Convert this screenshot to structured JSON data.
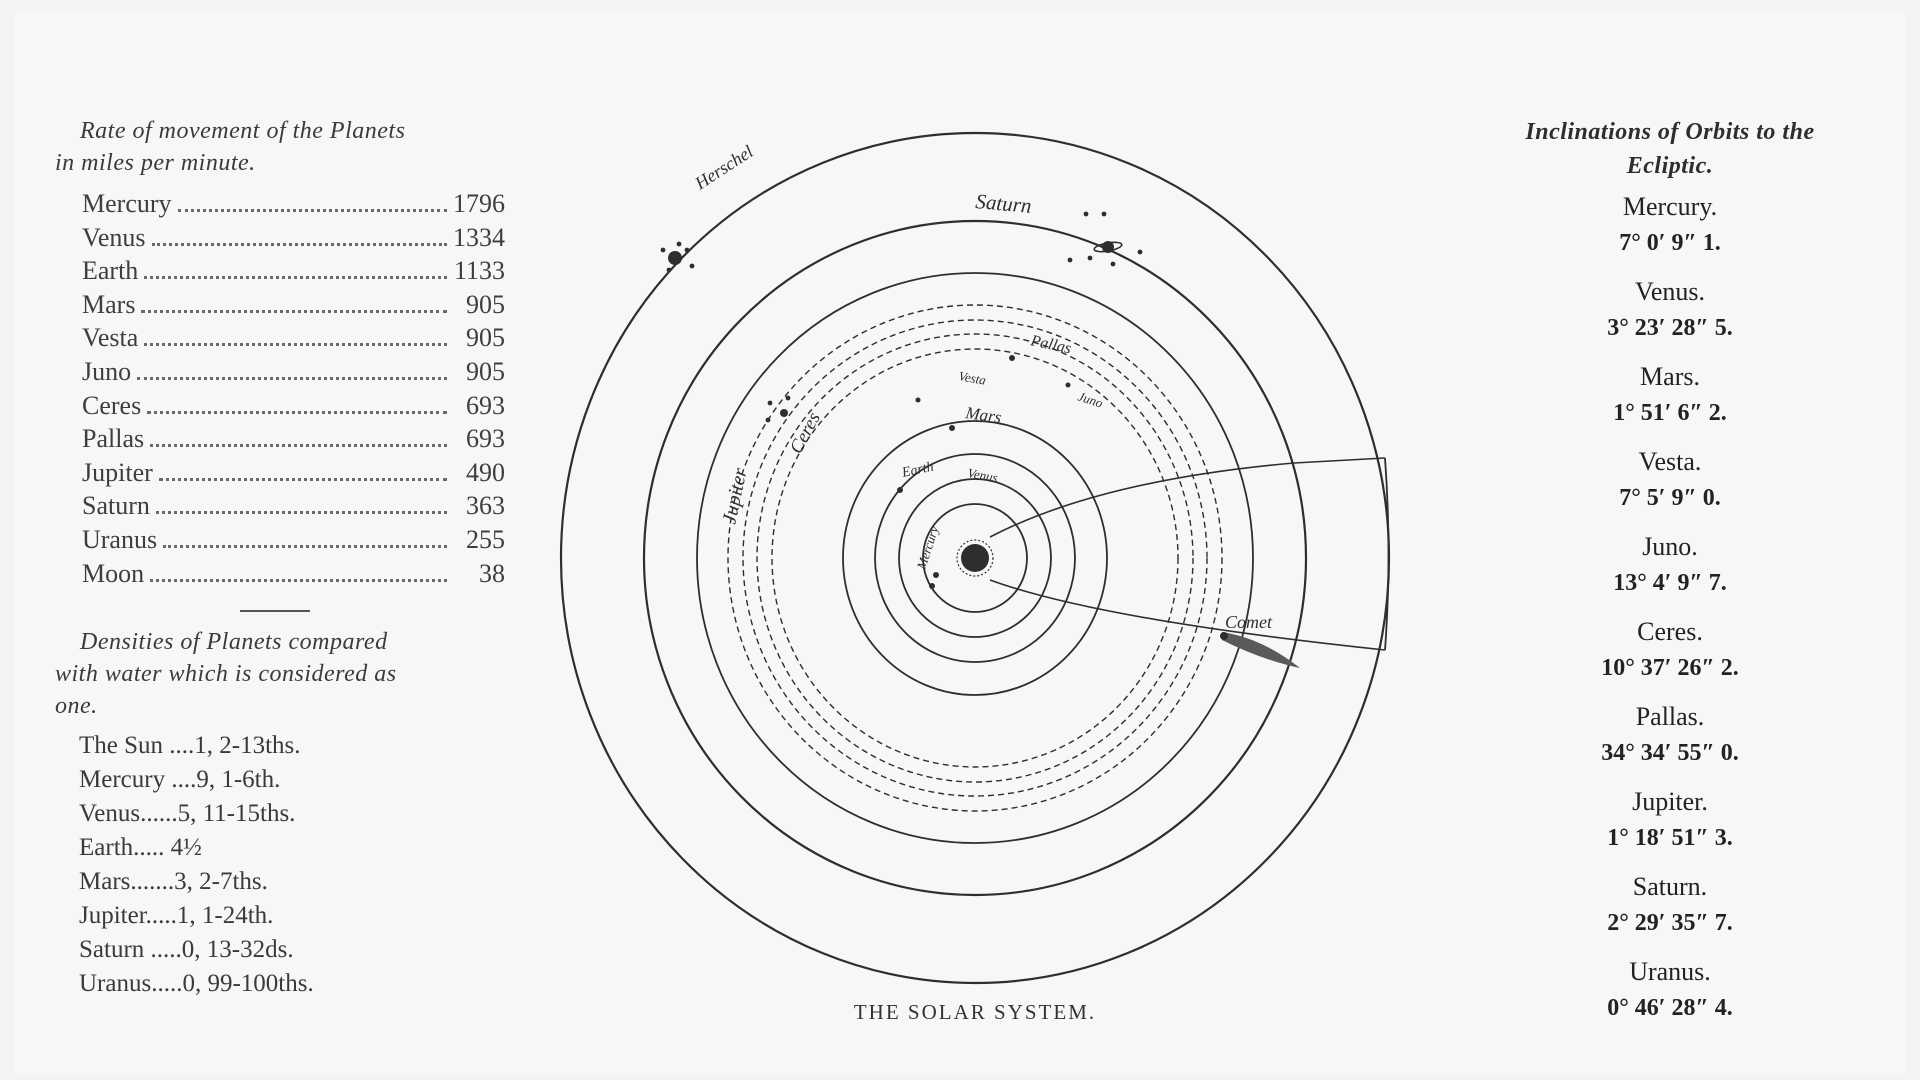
{
  "left_panel": {
    "rate_heading_line1": "Rate of movement of the Planets",
    "rate_heading_line2": "in miles per minute.",
    "rates": [
      {
        "name": "Mercury",
        "value": "1796"
      },
      {
        "name": "Venus",
        "value": "1334"
      },
      {
        "name": "Earth",
        "value": "1133"
      },
      {
        "name": "Mars",
        "value": "905"
      },
      {
        "name": "Vesta",
        "value": "905"
      },
      {
        "name": "Juno",
        "value": "905"
      },
      {
        "name": "Ceres",
        "value": "693"
      },
      {
        "name": "Pallas",
        "value": "693"
      },
      {
        "name": "Jupiter",
        "value": "490"
      },
      {
        "name": "Saturn",
        "value": "363"
      },
      {
        "name": "Uranus",
        "value": "255"
      },
      {
        "name": "Moon",
        "value": "38"
      }
    ],
    "density_heading_line1": "Densities of Planets compared",
    "density_heading_line2": "with water which is considered as",
    "density_heading_line3": "one.",
    "densities": [
      "The Sun ....1, 2-13ths.",
      "Mercury ....9, 1-6th.",
      "Venus......5, 11-15ths.",
      "Earth..... 4½",
      "Mars.......3, 2-7ths.",
      "Jupiter.....1, 1-24th.",
      "Saturn .....0, 13-32ds.",
      "Uranus.....0, 99-100ths."
    ]
  },
  "right_panel": {
    "heading_line1": "Inclinations of Orbits to the",
    "heading_line2": "Ecliptic.",
    "inclinations": [
      {
        "name": "Mercury.",
        "value": "7° 0′ 9″ 1."
      },
      {
        "name": "Venus.",
        "value": "3° 23′ 28″ 5."
      },
      {
        "name": "Mars.",
        "value": "1° 51′ 6″ 2."
      },
      {
        "name": "Vesta.",
        "value": "7° 5′ 9″ 0."
      },
      {
        "name": "Juno.",
        "value": "13° 4′ 9″ 7."
      },
      {
        "name": "Ceres.",
        "value": "10° 37′ 26″ 2."
      },
      {
        "name": "Pallas.",
        "value": "34° 34′ 55″ 0."
      },
      {
        "name": "Jupiter.",
        "value": "1° 18′ 51″ 3."
      },
      {
        "name": "Saturn.",
        "value": "2° 29′ 35″ 7."
      },
      {
        "name": "Uranus.",
        "value": "0° 46′ 28″ 4."
      }
    ]
  },
  "diagram": {
    "caption": "THE SOLAR SYSTEM.",
    "labels": {
      "herschel": "Herschel",
      "saturn": "Saturn",
      "jupiter": "Jupiter",
      "ceres": "Ceres",
      "pallas": "Pallas",
      "vesta": "Vesta",
      "juno": "Juno",
      "mars": "Mars",
      "earth": "Earth",
      "venus": "Venus",
      "mercury": "Mercury",
      "comet": "Comet"
    },
    "ink_color": "#2e2e2e",
    "paper_color": "#f7f7f6"
  }
}
